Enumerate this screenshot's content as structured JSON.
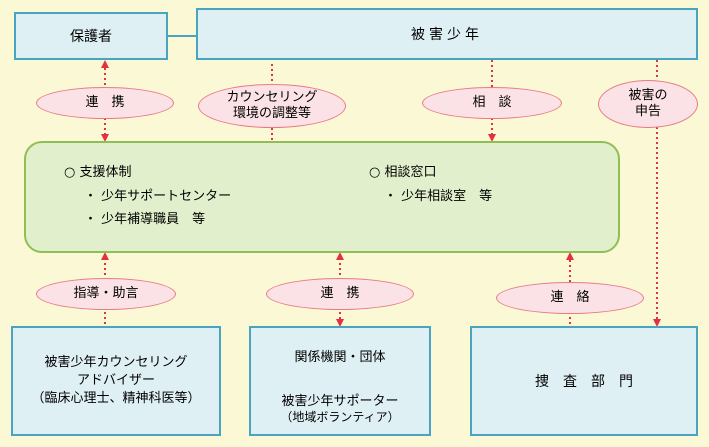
{
  "nodes": {
    "guardian": "保護者",
    "victim": "被害少年",
    "support_title": "○ 支援体制",
    "support_items": [
      "・ 少年サポートセンター",
      "・ 少年補導職員　等"
    ],
    "consult_title": "○ 相談窓口",
    "consult_items": [
      "・ 少年相談室　等"
    ],
    "advisor": [
      "被害少年カウンセリング",
      "アドバイザー",
      "（臨床心理士、精神科医等）"
    ],
    "agencies_top": "関係機関・団体",
    "agencies_bottom": [
      "被害少年サポーター",
      "（地域ボランティア）"
    ],
    "investigation": "捜　査　部　門"
  },
  "links": {
    "guardian_link": "連　携",
    "counseling": [
      "カウンセリング",
      "環境の調整等"
    ],
    "consult": "相　談",
    "report": [
      "被害の",
      "申告"
    ],
    "guidance": "指導・助言",
    "agency_link": "連　携",
    "contact": "連　絡"
  },
  "colors": {
    "blue_fill": "#dff0f5",
    "blue_border": "#4aa3bf",
    "green_fill": "#e1efcc",
    "green_border": "#8fbf54",
    "oval_fill": "#fbe2e6",
    "oval_border": "#e97a86",
    "arrow": "#e4313f",
    "background": "#fbf8d6"
  }
}
